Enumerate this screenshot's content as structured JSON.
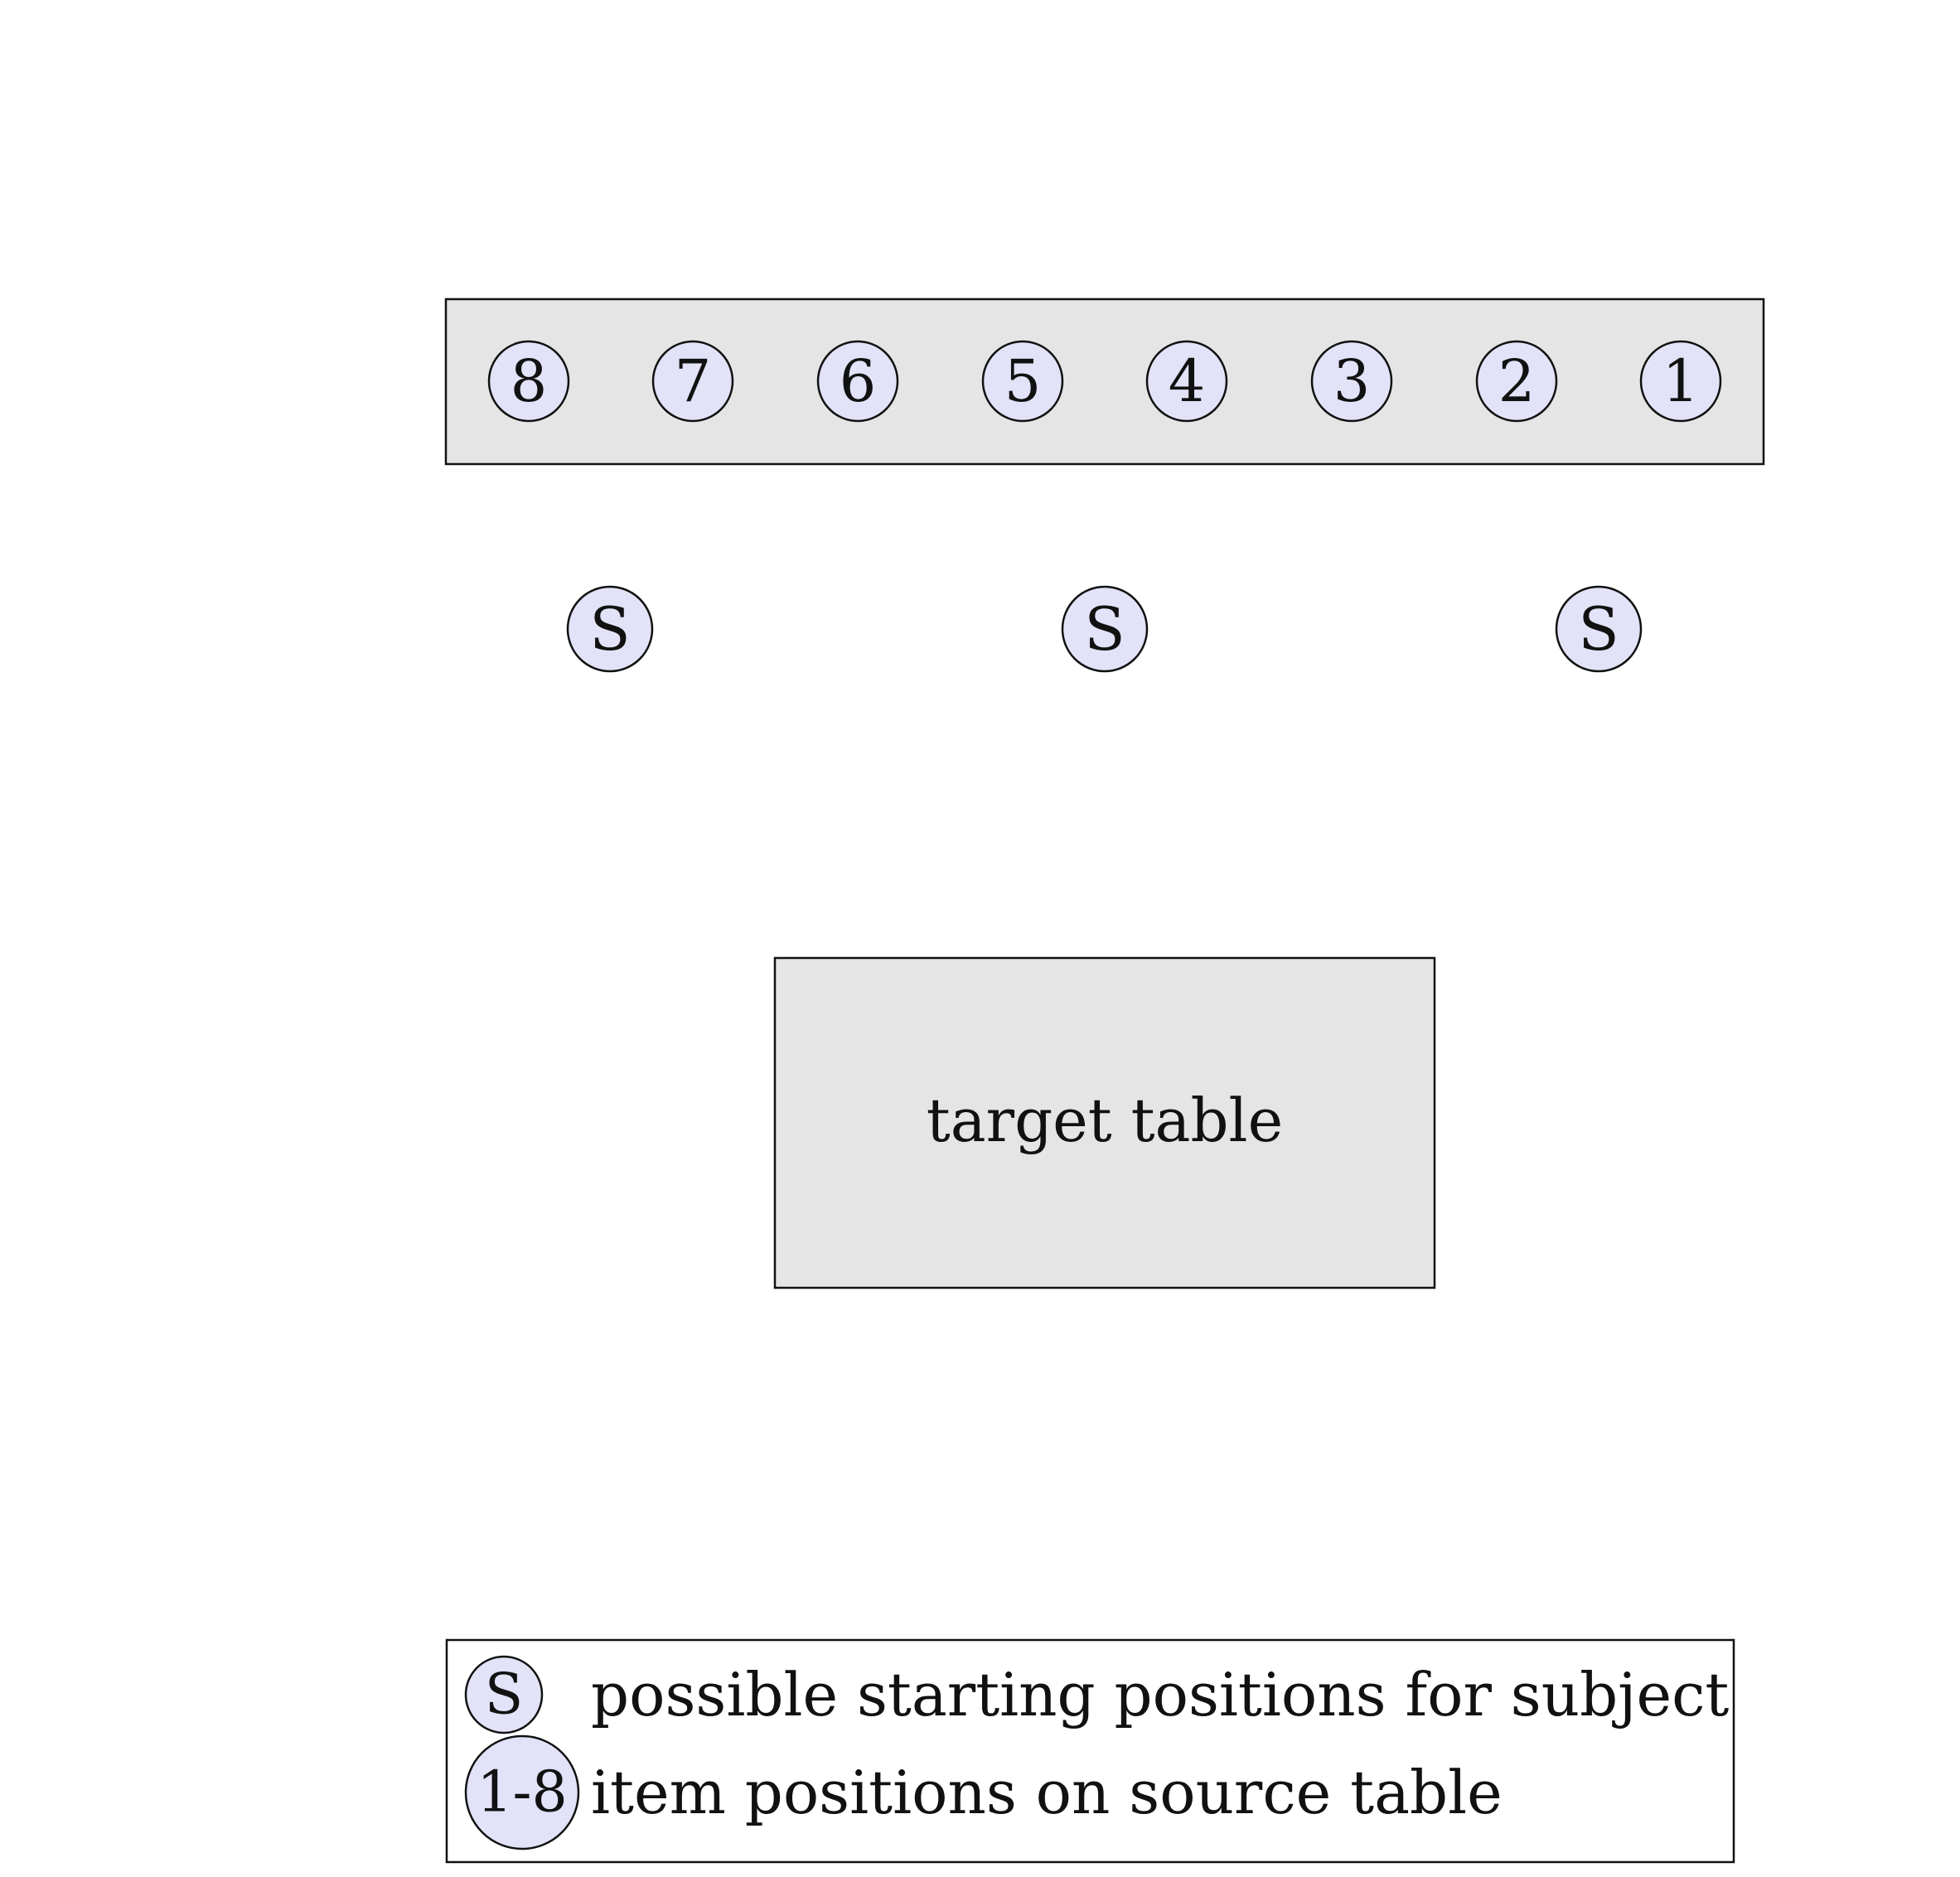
{
  "colors": {
    "table_fill": "#e5e5e5",
    "circle_fill": "#e2e2f8",
    "stroke": "#111111",
    "legend_fill": "#ffffff"
  },
  "source_table": {
    "items": [
      "8",
      "7",
      "6",
      "5",
      "4",
      "3",
      "2",
      "1"
    ]
  },
  "start_positions": [
    "S",
    "S",
    "S"
  ],
  "target_table": {
    "label": "target table"
  },
  "legend": {
    "entries": [
      {
        "symbol": "S",
        "text": "possible starting positions for subject"
      },
      {
        "symbol": "1-8",
        "text": "item positions on source table"
      }
    ]
  }
}
